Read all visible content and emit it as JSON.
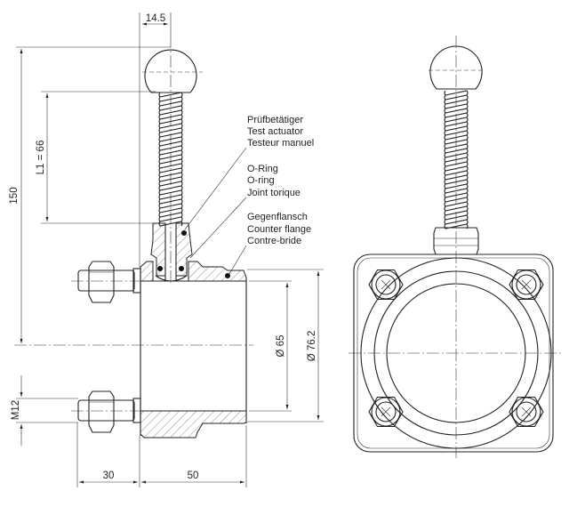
{
  "drawing": {
    "dimensions": {
      "top_width": "14.5",
      "total_height": "150",
      "stroke_length": "L1 = 66",
      "thread": "M12",
      "bolt_length": "30",
      "flange_length": "50",
      "inner_diameter": "Ø 65",
      "outer_diameter": "Ø 76.2"
    },
    "labels": [
      {
        "de": "Prüfbetätiger",
        "en": "Test actuator",
        "fr": "Testeur manuel"
      },
      {
        "de": "O-Ring",
        "en": "O-ring",
        "fr": "Joint torique"
      },
      {
        "de": "Gegenflansch",
        "en": "Counter flange",
        "fr": "Contre-bride"
      }
    ]
  }
}
